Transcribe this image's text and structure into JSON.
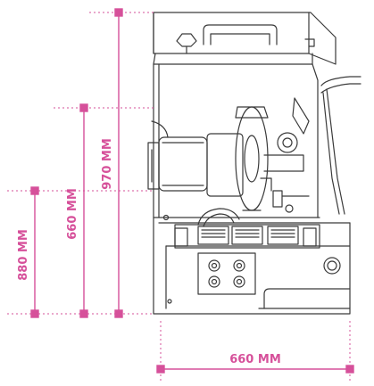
{
  "dimensions": {
    "height_total": "970 MM",
    "height_mid": "660 MM",
    "height_low": "880 MM",
    "width": "660 MM"
  },
  "colors": {
    "accent": "#d6509a",
    "line_art": "#3a3a3a",
    "background": "#ffffff"
  }
}
